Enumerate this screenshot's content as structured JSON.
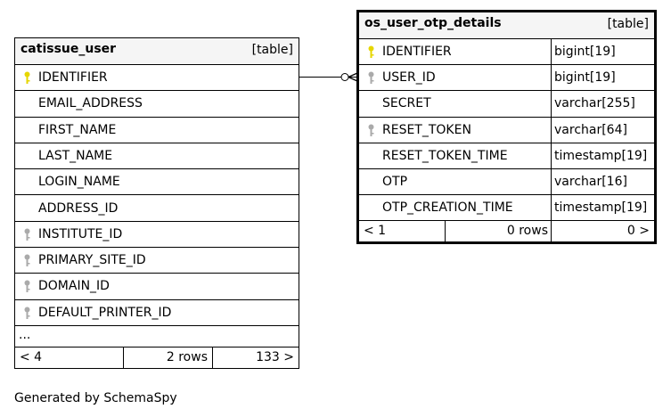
{
  "tables": {
    "catissue_user": {
      "name": "catissue_user",
      "kind": "[table]",
      "columns": [
        {
          "name": "IDENTIFIER",
          "key": "primary"
        },
        {
          "name": "EMAIL_ADDRESS",
          "key": ""
        },
        {
          "name": "FIRST_NAME",
          "key": ""
        },
        {
          "name": "LAST_NAME",
          "key": ""
        },
        {
          "name": "LOGIN_NAME",
          "key": ""
        },
        {
          "name": "ADDRESS_ID",
          "key": ""
        },
        {
          "name": "INSTITUTE_ID",
          "key": "foreign"
        },
        {
          "name": "PRIMARY_SITE_ID",
          "key": "foreign"
        },
        {
          "name": "DOMAIN_ID",
          "key": "foreign"
        },
        {
          "name": "DEFAULT_PRINTER_ID",
          "key": "foreign"
        }
      ],
      "more": "...",
      "footer": {
        "parents": "< 4",
        "rows": "2 rows",
        "children": "133 >"
      }
    },
    "os_user_otp_details": {
      "name": "os_user_otp_details",
      "kind": "[table]",
      "columns": [
        {
          "name": "IDENTIFIER",
          "type": "bigint[19]",
          "key": "primary"
        },
        {
          "name": "USER_ID",
          "type": "bigint[19]",
          "key": "foreign"
        },
        {
          "name": "SECRET",
          "type": "varchar[255]",
          "key": ""
        },
        {
          "name": "RESET_TOKEN",
          "type": "varchar[64]",
          "key": "foreign"
        },
        {
          "name": "RESET_TOKEN_TIME",
          "type": "timestamp[19]",
          "key": ""
        },
        {
          "name": "OTP",
          "type": "varchar[16]",
          "key": ""
        },
        {
          "name": "OTP_CREATION_TIME",
          "type": "timestamp[19]",
          "key": ""
        }
      ],
      "footer": {
        "parents": "< 1",
        "rows": "0 rows",
        "children": "0 >"
      }
    }
  },
  "relationship": {
    "from": "catissue_user.IDENTIFIER",
    "to": "os_user_otp_details.USER_ID"
  },
  "colors": {
    "primary_key": "#e6d600",
    "foreign_key": "#aaaaaa",
    "header_bg": "#f5f5f5"
  },
  "generated_by": "Generated by SchemaSpy"
}
